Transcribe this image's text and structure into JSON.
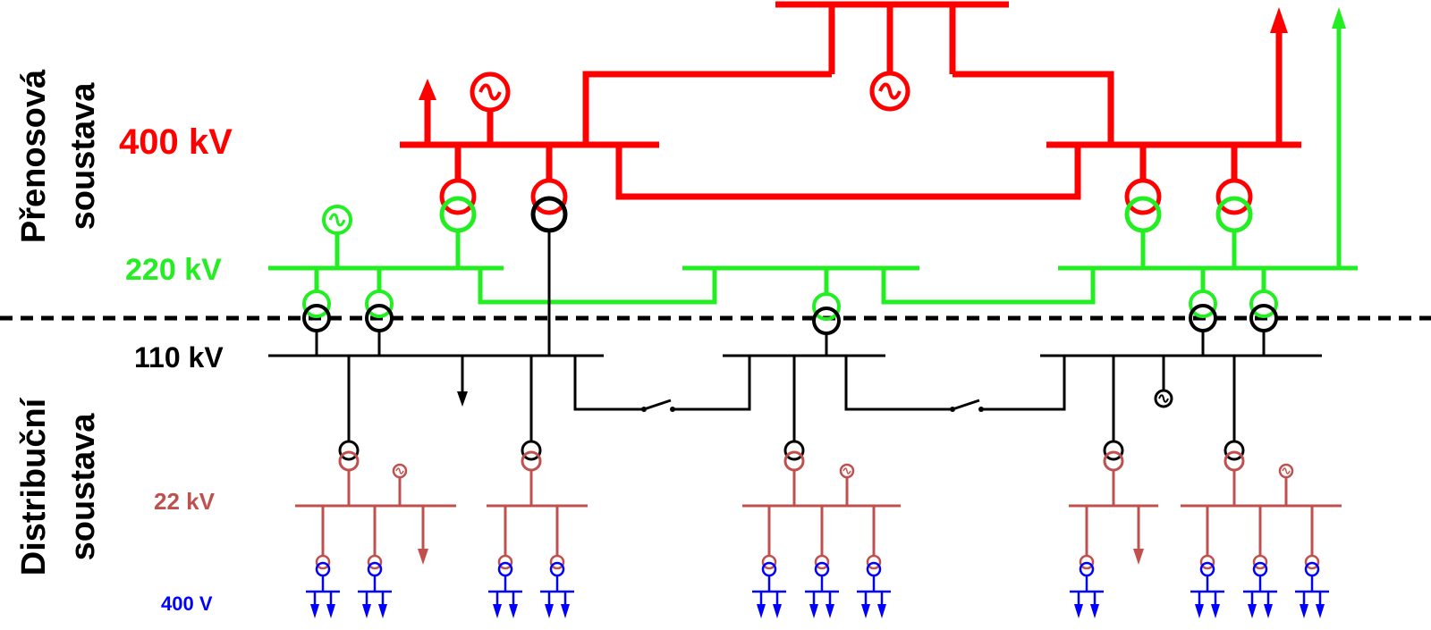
{
  "sections": {
    "transmission": "Přenosová soustava",
    "transmission_line1": "Přenosová",
    "transmission_line2": "soustava",
    "distribution": "Distribuční soustava",
    "distribution_line1": "Distribuční",
    "distribution_line2": "soustava"
  },
  "levels": {
    "kv400": "400 kV",
    "kv220": "220 kV",
    "kv110": "110 kV",
    "kv22": "22 kV",
    "v400": "400 V"
  },
  "colors": {
    "kv400": "#ff0000",
    "kv220": "#22ee22",
    "kv110": "#000000",
    "kv22": "#c0504d",
    "v400": "#0000ff"
  },
  "icons": [
    "generator-icon",
    "transformer-icon",
    "load-arrow-icon",
    "switch-icon"
  ]
}
